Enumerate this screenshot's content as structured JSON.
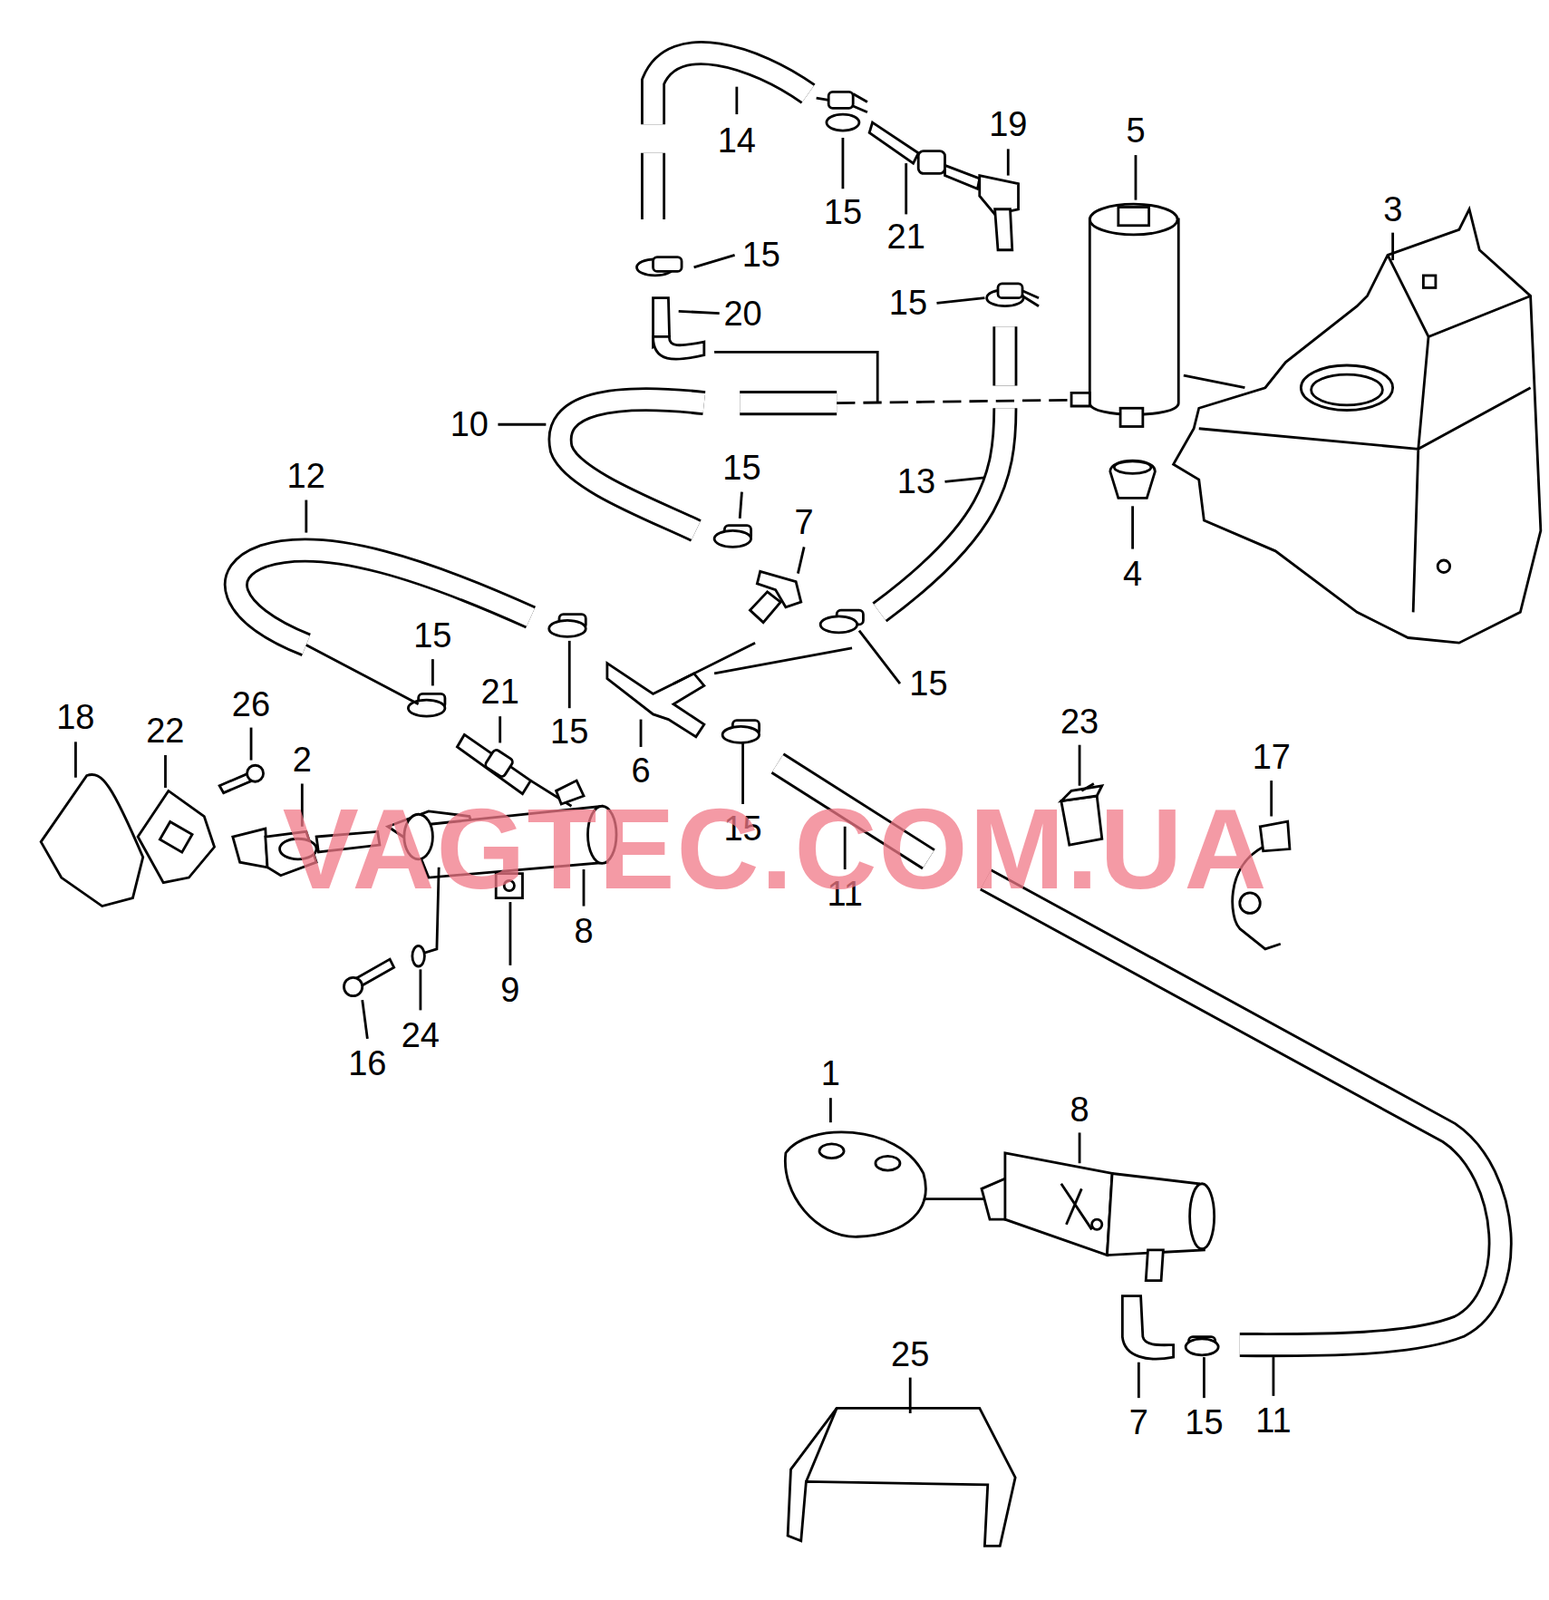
{
  "diagram": {
    "labels": [
      "14",
      "19",
      "5",
      "3",
      "15",
      "21",
      "15",
      "20",
      "15",
      "10",
      "15",
      "13",
      "4",
      "12",
      "7",
      "15",
      "21",
      "15",
      "15",
      "6",
      "15",
      "23",
      "17",
      "18",
      "22",
      "26",
      "2",
      "8",
      "9",
      "11",
      "24",
      "16",
      "1",
      "8",
      "25",
      "7",
      "15",
      "11",
      "VAGTEC.COM.UA"
    ]
  }
}
